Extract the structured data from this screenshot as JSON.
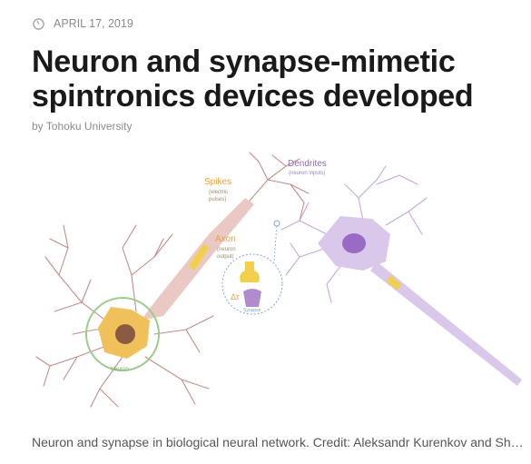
{
  "article": {
    "date": "APRIL 17, 2019",
    "title": "Neuron and synapse-mimetic spintronics devices developed",
    "byline": "by Tohoku University",
    "caption": "Neuron and synapse in biological neural network. Credit: Aleksandr Kurenkov and Shunsuke Fukami"
  },
  "figure": {
    "labels": {
      "dendrites": "Dendrites",
      "dendrites_sub": "(neuron inputs)",
      "spikes": "Spikes",
      "spikes_sub1": "(electric",
      "spikes_sub2": "pulses)",
      "axon": "Axon",
      "axon_sub1": "(neuron",
      "axon_sub2": "output)",
      "delta_t": "Δτ",
      "synapse": "Synapse",
      "neuron": "Neuron"
    },
    "colors": {
      "dendrite_pink": "#c48c8c",
      "axon_pink": "#e8c2bc",
      "neuron_body": "#f0c15a",
      "neuron_nucleus": "#8a5a45",
      "neuron_ring": "#9ccc8c",
      "right_neuron": "#d9c8ea",
      "right_nucleus": "#9a6bc4",
      "spike_yellow": "#f2d04a",
      "label_orange": "#e6a23c",
      "label_purple": "#8c6bb3",
      "synapse_blue": "#7ea7cc"
    }
  }
}
